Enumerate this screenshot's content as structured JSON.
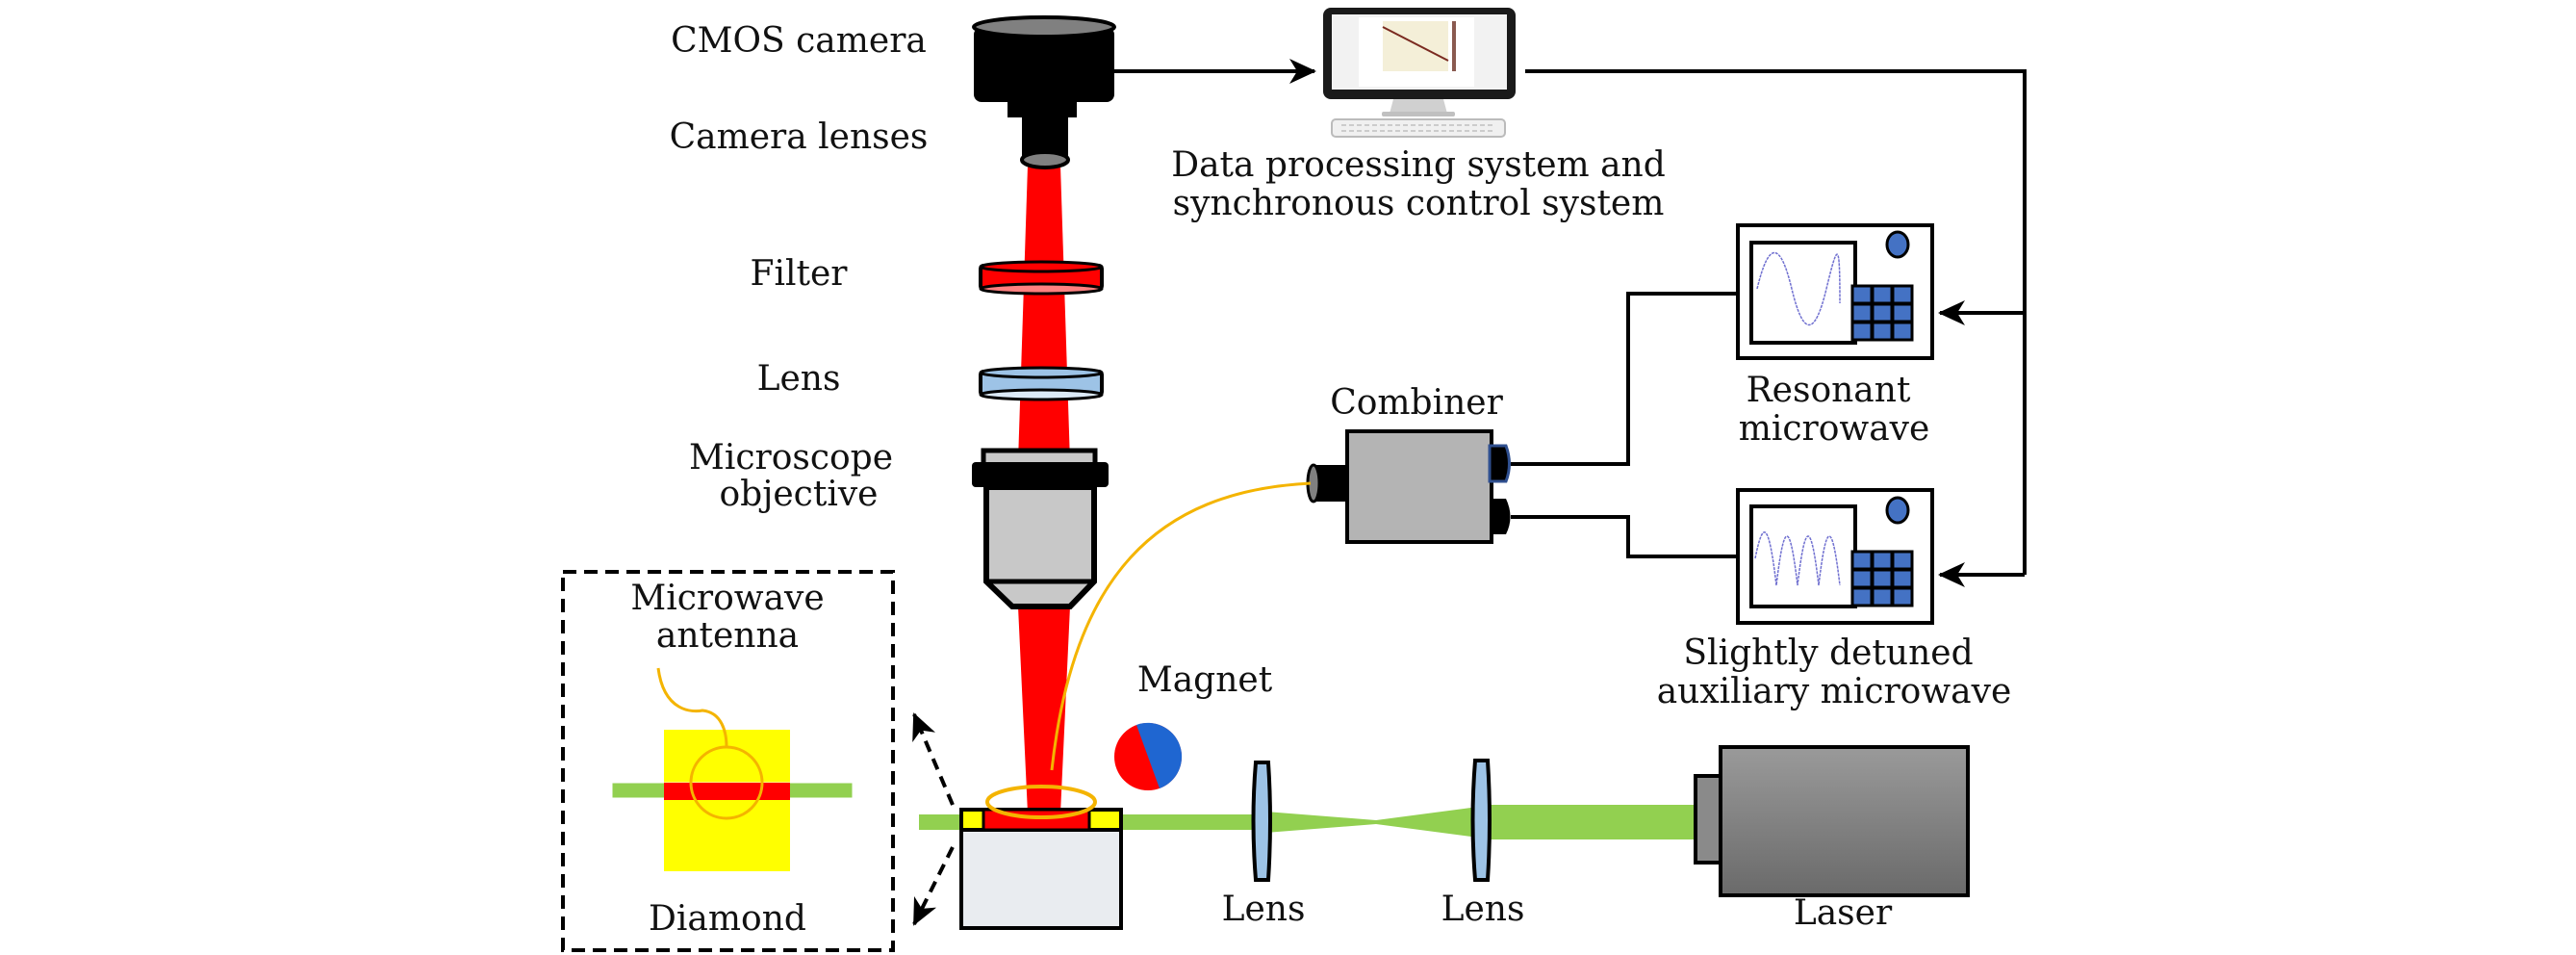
{
  "labels": {
    "cmos_camera": "CMOS camera",
    "camera_lenses": "Camera lenses",
    "filter": "Filter",
    "lens_vertical": "Lens",
    "objective_line1": "Microscope",
    "objective_line2": "objective",
    "data_system_line1": "Data processing system and",
    "data_system_line2": "synchronous control system",
    "combiner": "Combiner",
    "resonant_line1": "Resonant",
    "resonant_line2": "microwave",
    "auxiliary_line1": "Slightly detuned",
    "auxiliary_line2": "auxiliary microwave",
    "magnet": "Magnet",
    "antenna_line1": "Microwave",
    "antenna_line2": "antenna",
    "diamond": "Diamond",
    "lens_1": "Lens",
    "lens_2": "Lens",
    "laser": "Laser"
  },
  "colors": {
    "red_beam": "#ff0000",
    "green_beam": "#92d050",
    "lens_blue": "#9dc3e6",
    "fiber_orange": "#f4b400",
    "diamond_yellow": "#ffff00",
    "button_blue": "#4472c4",
    "magnet_blue": "#1f66d1",
    "combiner_gray": "#b4b4b4",
    "objective_gray": "#c8c8c8",
    "laser_gray": "#808080",
    "stage_gray": "#e9ecf0"
  }
}
